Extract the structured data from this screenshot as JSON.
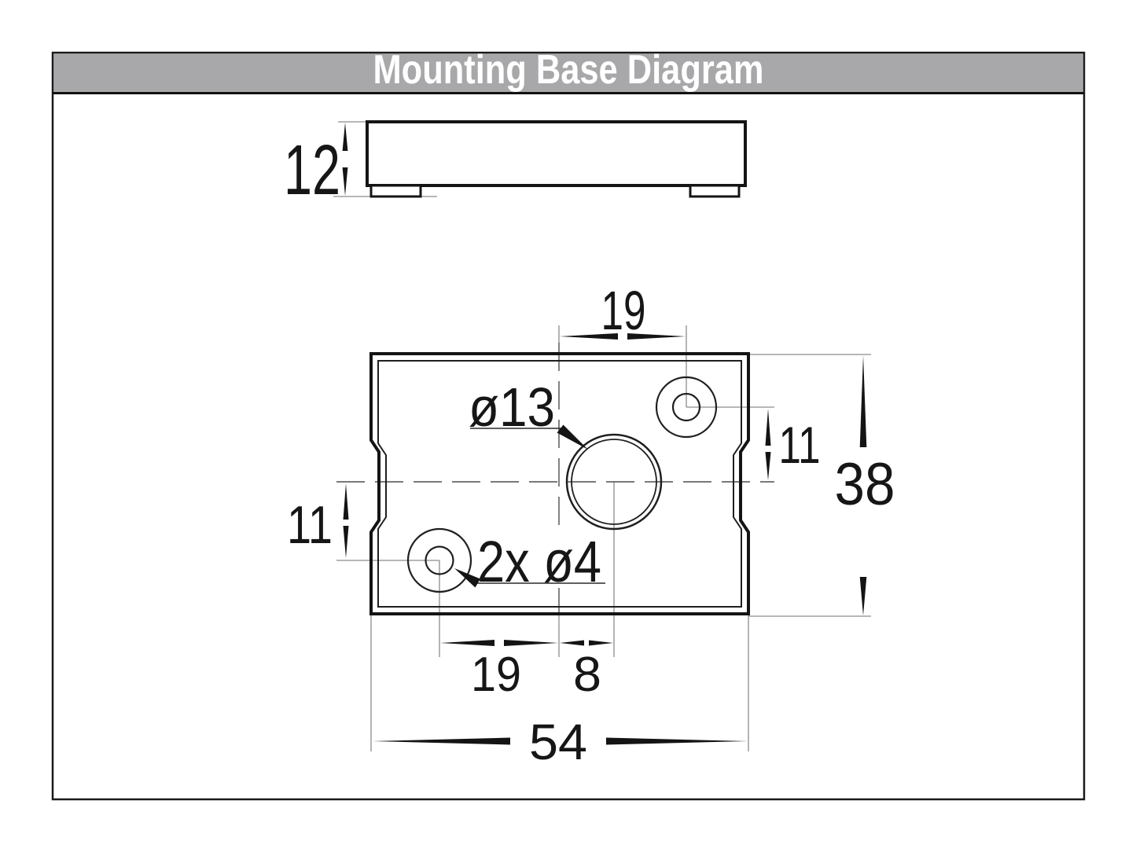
{
  "title": "Mounting Base Diagram",
  "colors": {
    "titlebar_bg": "#a8a8aa",
    "title_text": "#ffffff",
    "outline": "#141414",
    "thin_line": "#8c8c8c",
    "centerline": "#4d4d4d"
  },
  "dims": {
    "side_height": "12",
    "top_hole_pitch": "19",
    "right_hole_offset": "11",
    "overall_depth": "38",
    "left_hole_offset": "11",
    "bottom_hole_pitch": "19",
    "center_hole_offset": "8",
    "overall_width": "54",
    "center_hole_dia": "ø13",
    "mounting_hole_dia": "2x ø4"
  }
}
